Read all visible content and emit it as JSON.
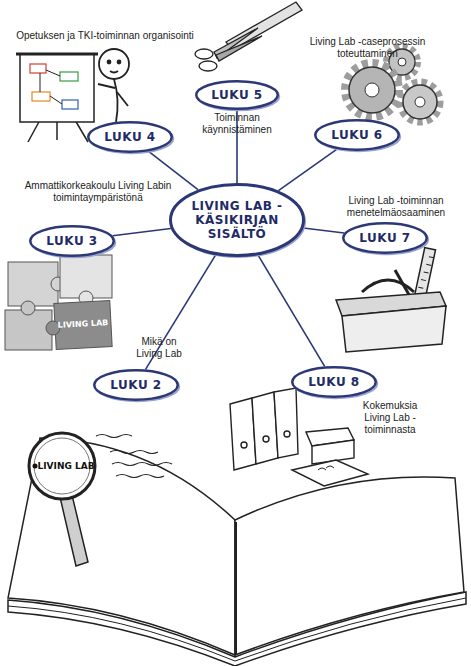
{
  "diagram": {
    "nodes": [
      {
        "text": [
          "LIVING LAB -KÄSIKIRJAN SISÄLTÖ"
        ]
      },
      {
        "text": [
          "LUKU 5",
          "Toiminnan käynnistäminen"
        ]
      },
      {
        "text": [
          "LUKU 4",
          "Opetuksen ja TKI-toiminnan organisointi"
        ]
      },
      {
        "text": [
          "LUKU 6",
          "Living Lab -caseprosessin toteuttaminen"
        ]
      },
      {
        "text": [
          "LUKU 3",
          "Ammattikorkeakoulu Living Labin toimintaympäristönä"
        ]
      },
      {
        "text": [
          "LUKU 7",
          "Living Lab -toiminnan menetelmäosaaminen"
        ]
      },
      {
        "text": [
          "LUKU 2",
          "Mikä on Living Lab"
        ]
      },
      {
        "text": [
          "LUKU 8",
          "Kokemuksia Living Lab -toiminnasta"
        ]
      }
    ],
    "edges": [
      {
        "from": 0,
        "to": 1,
        "arrow": "none"
      },
      {
        "from": 0,
        "to": 2,
        "arrow": "none"
      },
      {
        "from": 0,
        "to": 3,
        "arrow": "none"
      },
      {
        "from": 0,
        "to": 4,
        "arrow": "none"
      },
      {
        "from": 0,
        "to": 5,
        "arrow": "none"
      },
      {
        "from": 0,
        "to": 6,
        "arrow": "none"
      },
      {
        "from": 0,
        "to": 7,
        "arrow": "none"
      }
    ],
    "labels": [
      "LIVING LAB",
      "LIVING LAB"
    ]
  }
}
